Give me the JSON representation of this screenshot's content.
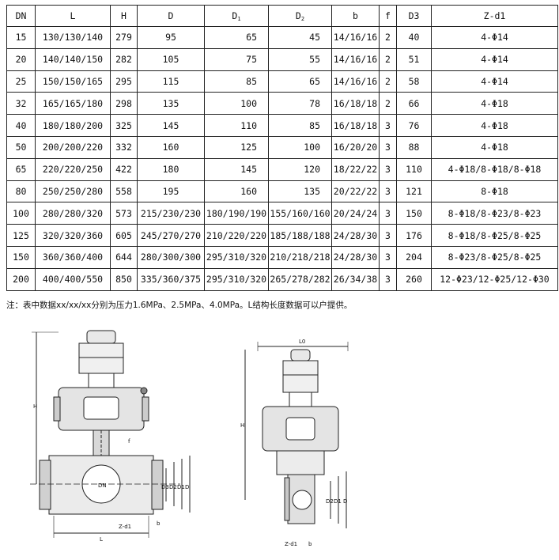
{
  "table": {
    "headers": [
      "DN",
      "L",
      "H",
      "D",
      "D",
      "D",
      "b",
      "f",
      "D3",
      "Z-d1"
    ],
    "header_subscripts": [
      "",
      "",
      "",
      "",
      "1",
      "2",
      "",
      "",
      "",
      ""
    ],
    "rows": [
      [
        "15",
        "130/130/140",
        "279",
        "95",
        "65",
        "45",
        "14/16/16",
        "2",
        "40",
        "4-Φ14"
      ],
      [
        "20",
        "140/140/150",
        "282",
        "105",
        "75",
        "55",
        "14/16/16",
        "2",
        "51",
        "4-Φ14"
      ],
      [
        "25",
        "150/150/165",
        "295",
        "115",
        "85",
        "65",
        "14/16/16",
        "2",
        "58",
        "4-Φ14"
      ],
      [
        "32",
        "165/165/180",
        "298",
        "135",
        "100",
        "78",
        "16/18/18",
        "2",
        "66",
        "4-Φ18"
      ],
      [
        "40",
        "180/180/200",
        "325",
        "145",
        "110",
        "85",
        "16/18/18",
        "3",
        "76",
        "4-Φ18"
      ],
      [
        "50",
        "200/200/220",
        "332",
        "160",
        "125",
        "100",
        "16/20/20",
        "3",
        "88",
        "4-Φ18"
      ],
      [
        "65",
        "220/220/250",
        "422",
        "180",
        "145",
        "120",
        "18/22/22",
        "3",
        "110",
        "4-Φ18/8-Φ18/8-Φ18"
      ],
      [
        "80",
        "250/250/280",
        "558",
        "195",
        "160",
        "135",
        "20/22/22",
        "3",
        "121",
        "8-Φ18"
      ],
      [
        "100",
        "280/280/320",
        "573",
        "215/230/230",
        "180/190/190",
        "155/160/160",
        "20/24/24",
        "3",
        "150",
        "8-Φ18/8-Φ23/8-Φ23"
      ],
      [
        "125",
        "320/320/360",
        "605",
        "245/270/270",
        "210/220/220",
        "185/188/188",
        "24/28/30",
        "3",
        "176",
        "8-Φ18/8-Φ25/8-Φ25"
      ],
      [
        "150",
        "360/360/400",
        "644",
        "280/300/300",
        "295/310/320",
        "210/218/218",
        "24/28/30",
        "3",
        "204",
        "8-Φ23/8-Φ25/8-Φ25"
      ],
      [
        "200",
        "400/400/550",
        "850",
        "335/360/375",
        "295/310/320",
        "265/278/282",
        "26/34/38",
        "3",
        "260",
        "12-Φ23/12-Φ25/12-Φ30"
      ]
    ]
  },
  "footnote": "注：表中数据xx/xx/xx分别为压力1.6MPa、2.5MPa、4.0MPa。L结构长度数据可以户提供。",
  "drawing_left": {
    "labels": {
      "H": "H",
      "f": "f",
      "DN": "DN",
      "D3": "D3",
      "D2": "D2",
      "D1": "D1",
      "D": "D",
      "b": "b",
      "Zd1": "Z-d1",
      "L": "L"
    }
  },
  "drawing_right": {
    "labels": {
      "L0": "L0",
      "H": "H",
      "D2": "D2",
      "D1": "D1",
      "D": "D",
      "Zd1": "Z-d1",
      "b": "b"
    }
  }
}
